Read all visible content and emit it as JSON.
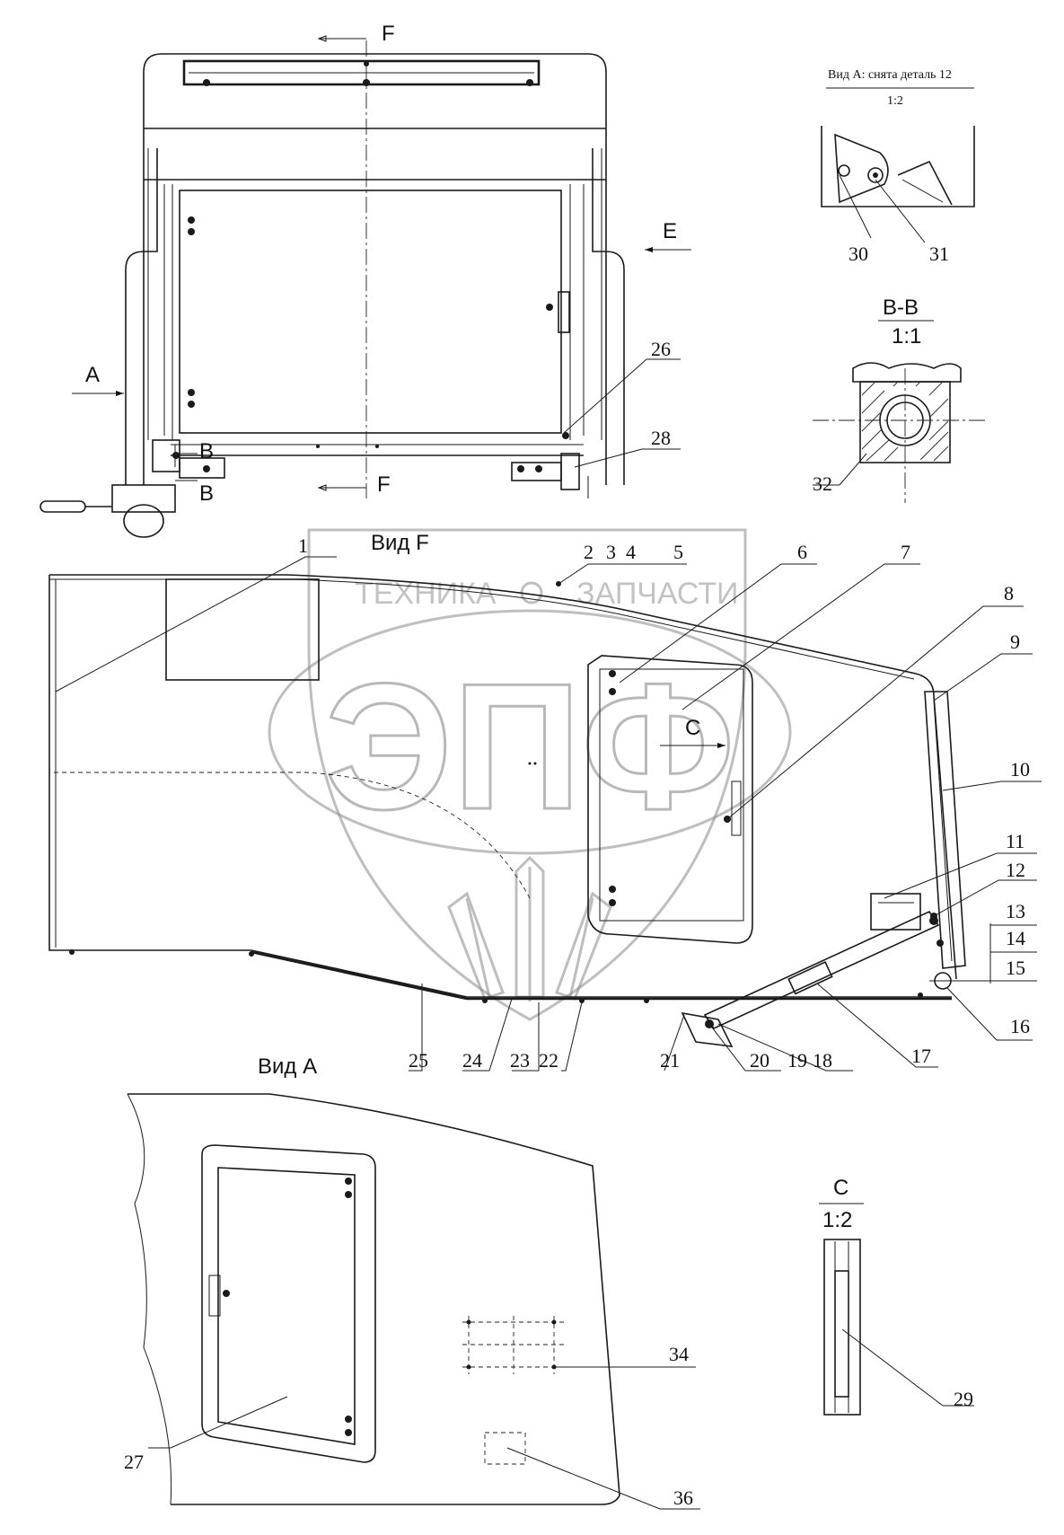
{
  "views": {
    "view_f_title": "Вид F",
    "view_a_title": "Вид А",
    "view_a_detail_title": "Вид А: снята деталь 12",
    "view_a_detail_scale": "1:2",
    "section_bb_title": "В-В",
    "section_bb_scale": "1:1",
    "detail_c_title": "С",
    "detail_c_scale": "1:2"
  },
  "markers": {
    "f_top": "F",
    "f_bottom": "F",
    "e": "E",
    "a": "A",
    "b_top": "B",
    "b_bottom": "B",
    "c": "C"
  },
  "callouts": {
    "p1": "1",
    "p2": "2",
    "p3": "3",
    "p4": "4",
    "p5": "5",
    "p6": "6",
    "p7": "7",
    "p8": "8",
    "p9": "9",
    "p10": "10",
    "p11": "11",
    "p12": "12",
    "p13": "13",
    "p14": "14",
    "p15": "15",
    "p16": "16",
    "p17": "17",
    "p18": "18",
    "p19": "19",
    "p20": "20",
    "p21": "21",
    "p22": "22",
    "p23": "23",
    "p24": "24",
    "p25": "25",
    "p26": "26",
    "p27": "27",
    "p28": "28",
    "p29": "29",
    "p30": "30",
    "p31": "31",
    "p32": "32",
    "p34": "34",
    "p36": "36"
  },
  "watermark": {
    "left_word": "ТЕХНИКА",
    "right_word": "ЗАПЧАСТИ",
    "logo": "ЭПФ",
    "color": "#8a8a8a"
  }
}
